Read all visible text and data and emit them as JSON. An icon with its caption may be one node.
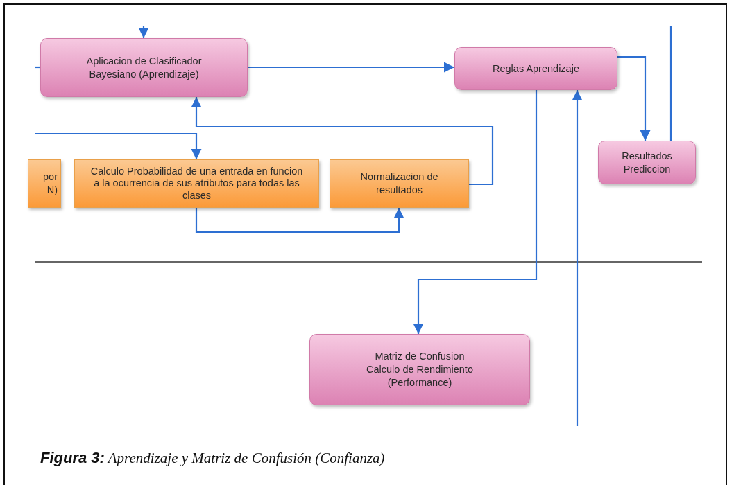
{
  "diagram": {
    "caption": "**Figura 3:** Aprendizaje y Matriz de Confusión (Confianza)",
    "nodes": [
      {
        "text": [
          "Aplicacion de Clasificador Bayesiano (Aprendizaje)"
        ]
      },
      {
        "text": [
          "Reglas Aprendizaje"
        ]
      },
      {
        "text": [
          "por N)"
        ]
      },
      {
        "text": [
          "Calculo Probabilidad de una entrada en funcion a la ocurrencia de sus atributos para todas las clases"
        ]
      },
      {
        "text": [
          "Normalizacion de resultados"
        ]
      },
      {
        "text": [
          "Resultados Prediccion"
        ]
      },
      {
        "text": [
          "Matriz de Confusion Calculo de Rendimiento (Performance)"
        ]
      }
    ],
    "edges": [
      {
        "from": null,
        "to": 0,
        "arrow": "to"
      },
      {
        "from": 0,
        "to": null,
        "arrow": "none"
      },
      {
        "from": 0,
        "to": 1,
        "arrow": "to"
      },
      {
        "from": null,
        "to": 3,
        "arrow": "to"
      },
      {
        "from": 3,
        "to": 4,
        "arrow": "to"
      },
      {
        "from": 4,
        "to": 0,
        "arrow": "to"
      },
      {
        "from": 1,
        "to": 5,
        "arrow": "to"
      },
      {
        "from": 5,
        "to": null,
        "arrow": "none"
      },
      {
        "from": 1,
        "to": 6,
        "arrow": "to"
      },
      {
        "from": null,
        "to": 1,
        "arrow": "to"
      }
    ]
  }
}
